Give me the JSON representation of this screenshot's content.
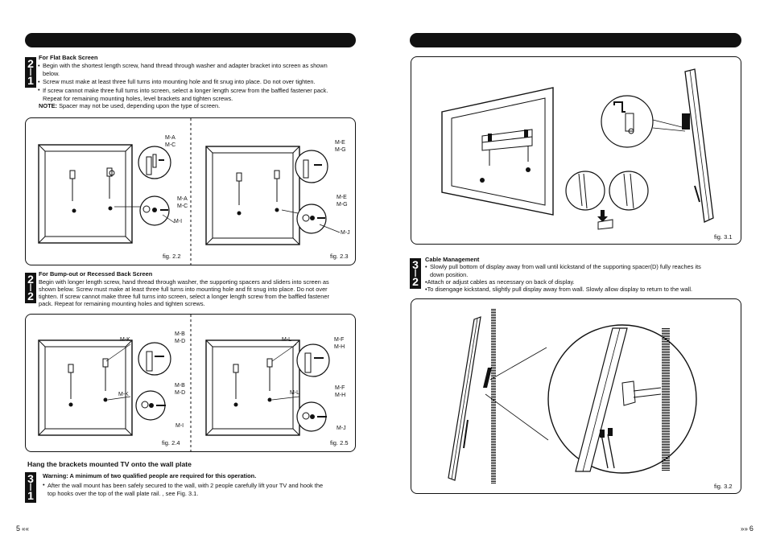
{
  "left_page": {
    "section_2_1": {
      "badge": [
        "2",
        "|",
        "1"
      ],
      "title": "For Flat Back Screen",
      "bullets": [
        "Begin with the shortest length screw, hand thread through washer and adapter bracket into screen as shown",
        "below.",
        "Screw must make at least three full turns into mounting hole and fit snug into place. Do not over tighten.",
        "If screw cannot make three full turns into screen, select a longer length screw from the baffled fastener pack.",
        "Repeat for remaining mounting holes, level brackets and tighten screws."
      ],
      "note_label": "NOTE:",
      "note_text": "Spacer may not be used, depending upon the type of screen.",
      "fig_a": "fig. 2.2",
      "fig_b": "fig. 2.3",
      "callouts_a": [
        "M-A",
        "M-C",
        "M-A",
        "M-C",
        "M-I"
      ],
      "callouts_b": [
        "M-E",
        "M-G",
        "M-E",
        "M-G",
        "M-J"
      ]
    },
    "section_2_2": {
      "badge": [
        "2",
        "|",
        "2"
      ],
      "title": "For Bump-out or Recessed Back Screen",
      "lines": [
        "Begin with longer length screw, hand thread through washer, the supporting spacers and sliders into screen as",
        "shown below. Screw must make at least three full turns into mounting hole and fit snug into place. Do not over",
        "tighten. If screw cannot make three full turns into screen, select a longer length screw from the baffled fastener",
        "pack. Repeat for remaining mounting holes and tighten screws."
      ],
      "fig_a": "fig. 2.4",
      "fig_b": "fig. 2.5",
      "callouts_a": [
        "M-K",
        "M-B",
        "M-D",
        "M-K",
        "M-B",
        "M-D",
        "M-I"
      ],
      "callouts_b": [
        "M-L",
        "M-F",
        "M-H",
        "M-L",
        "M-F",
        "M-H",
        "M-J"
      ]
    },
    "hang_heading": "Hang the brackets mounted TV onto the wall plate",
    "section_3_1": {
      "badge": [
        "3",
        "|",
        "1"
      ],
      "warning": "Warning: A minimum of two qualified people are required for this operation.",
      "bullet_line1": "After the wall mount has been safely secured to the wall, with 2 people carefully lift your TV and hook the",
      "bullet_line2": "top hooks over the top of the wall plate rail. , see Fig. 3.1."
    },
    "page_number": "5"
  },
  "right_page": {
    "fig_3_1": "fig. 3.1",
    "section_3_2": {
      "badge": [
        "3",
        "|",
        "2"
      ],
      "title": "Cable Management",
      "lines": [
        "Slowly pull bottom of display away from wall until kickstand of the supporting spacer(D) fully reaches its",
        "down position.",
        "•Attach or adjust cables as necessary on back of display.",
        "•To disengage kickstand, slightly pull display away from wall. Slowly allow display to return to the wall."
      ]
    },
    "fig_3_2": "fig. 3.2",
    "page_number": "6"
  },
  "icons": {
    "bullet": "•",
    "prev_arrows": "««",
    "next_arrows": "»»"
  }
}
